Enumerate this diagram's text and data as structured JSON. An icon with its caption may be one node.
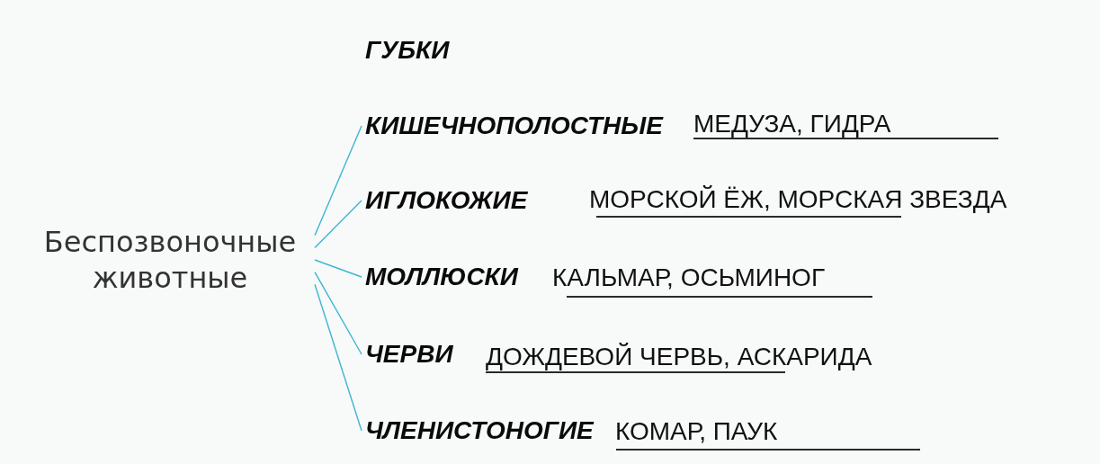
{
  "diagram": {
    "nodes": [
      {
        "text": [
          "Беспозвоночные животные"
        ]
      },
      {
        "text": [
          "ГУБКИ"
        ]
      },
      {
        "text": [
          "КИШЕЧНОПОЛОСТНЫЕ"
        ],
        "beside": [
          "МЕДУЗА, ГИДРА"
        ]
      },
      {
        "text": [
          "ИГЛОКОЖИЕ"
        ],
        "beside": [
          "МОРСКОЙ ЁЖ, МОРСКАЯ ЗВЕЗДА"
        ]
      },
      {
        "text": [
          "МОЛЛЮСКИ"
        ],
        "beside": [
          "КАЛЬМАР, ОСЬМИНОГ"
        ]
      },
      {
        "text": [
          "ЧЕРВИ"
        ],
        "beside": [
          "ДОЖДЕВОЙ ЧЕРВЬ, АСКАРИДА"
        ]
      },
      {
        "text": [
          "ЧЛЕНИСТОНОГИЕ"
        ],
        "beside": [
          "КОМАР, ПАУК"
        ]
      }
    ],
    "edges": [
      {
        "from": 0,
        "to": 2,
        "arrow": "none"
      },
      {
        "from": 0,
        "to": 3,
        "arrow": "none"
      },
      {
        "from": 0,
        "to": 4,
        "arrow": "none"
      },
      {
        "from": 0,
        "to": 5,
        "arrow": "none"
      },
      {
        "from": 0,
        "to": 6,
        "arrow": "none"
      }
    ]
  }
}
